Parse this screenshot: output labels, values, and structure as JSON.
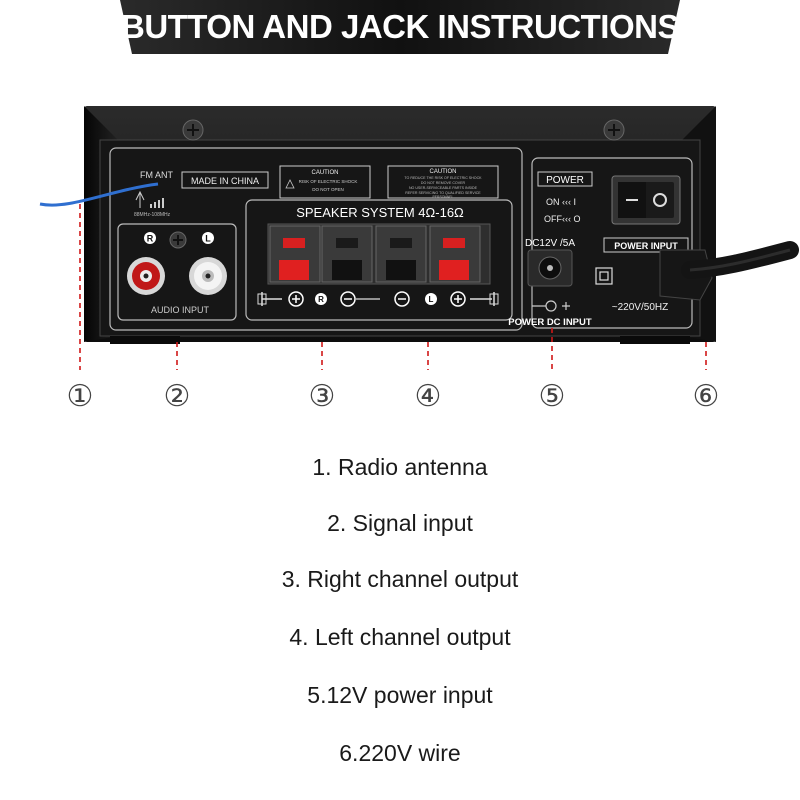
{
  "banner": {
    "title": "BUTTON AND JACK INSTRUCTIONS"
  },
  "panel": {
    "fm_ant": "FM ANT",
    "freq_range": "88MHz-108MHz",
    "made_in": "MADE IN CHINA",
    "caution_left_title": "CAUTION",
    "caution_left_line1": "RISK OF ELECTRIC SHOCK",
    "caution_left_line2": "DO NOT OPEN",
    "caution_right_title": "CAUTION",
    "caution_right_line1": "TO REDUCE THE RISK OF ELECTRIC SHOCK",
    "caution_right_line2": "DO NOT REMOVE COVER",
    "caution_right_line3": "NO USER-SERVICEABLE PARTS INSIDE",
    "caution_right_line4": "REFER SERVICING TO QUALIFIED SERVICE",
    "caution_right_line5": "PERSONNEL",
    "rca_r": "R",
    "rca_l": "L",
    "audio_input": "AUDIO INPUT",
    "speaker_system": "SPEAKER SYSTEM 4Ω-16Ω",
    "spk_r": "R",
    "spk_l": "L",
    "dc_label": "DC12V /5A",
    "power_dc_input": "POWER DC INPUT",
    "power": "POWER",
    "on": "ON ‹‹‹ I",
    "off": "OFF‹‹‹ O",
    "power_input": "POWER INPUT",
    "ac_label": "~220V/50HZ"
  },
  "callouts": [
    "①",
    "②",
    "③",
    "④",
    "⑤",
    "⑥"
  ],
  "legend": [
    "1. Radio antenna",
    "2. Signal input",
    "3. Right channel output",
    "4. Left channel output",
    "5.12V power input",
    "6.220V wire"
  ]
}
